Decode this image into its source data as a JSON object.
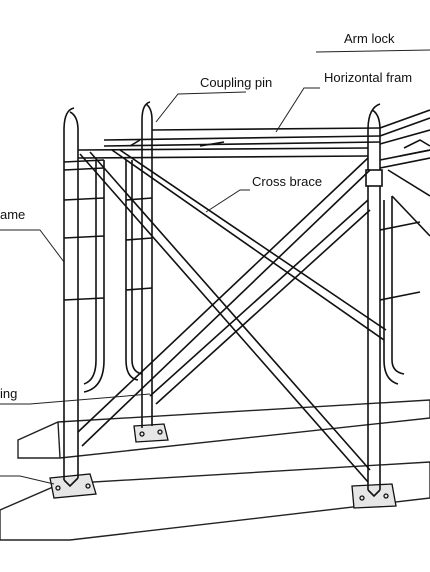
{
  "diagram": {
    "labels": {
      "arm_lock": "Arm lock",
      "coupling_pin": "Coupling pin",
      "horizontal_frame": "Horizontal fram",
      "cross_brace": "Cross brace",
      "frame": "ame",
      "leveling": "ing"
    }
  }
}
